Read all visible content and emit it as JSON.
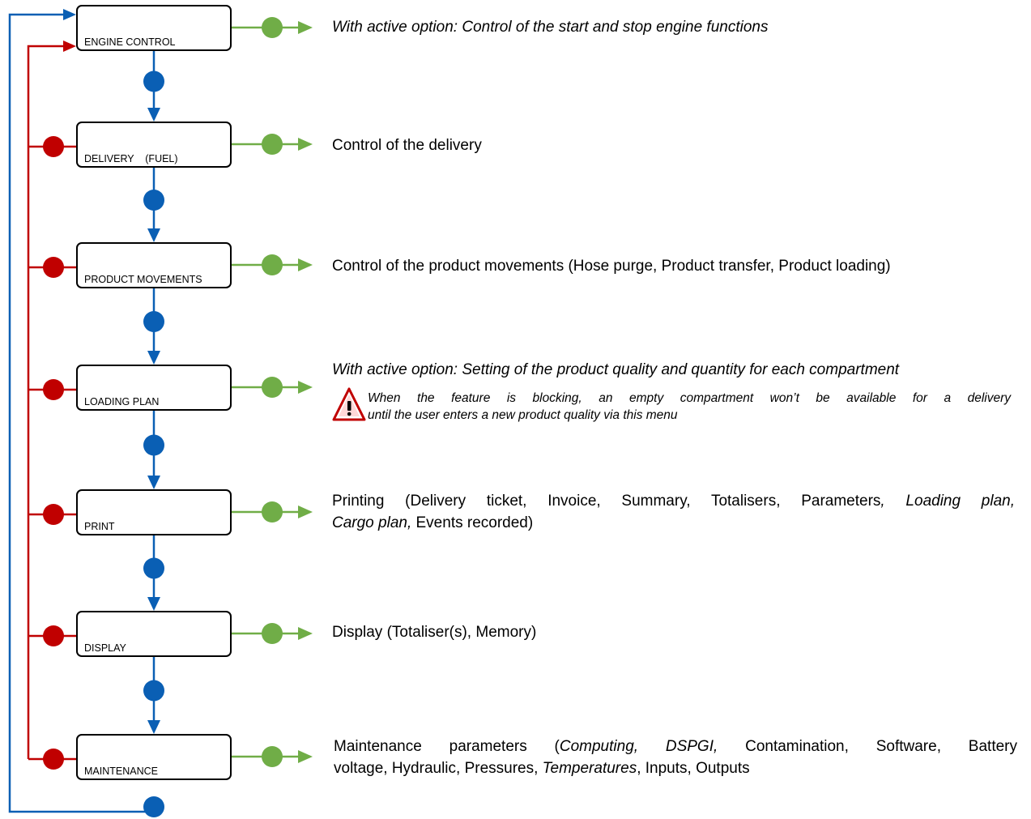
{
  "colors": {
    "blue": "#0a5fb4",
    "red": "#c00000",
    "green": "#70ad47"
  },
  "menu": [
    {
      "label": "ENGINE CONTROL"
    },
    {
      "label": "DELIVERY    (FUEL)"
    },
    {
      "label": "PRODUCT MOVEMENTS"
    },
    {
      "label": "LOADING PLAN"
    },
    {
      "label": "PRINT"
    },
    {
      "label": "DISPLAY"
    },
    {
      "label": "MAINTENANCE"
    }
  ],
  "descriptions": {
    "engine": "With active option: Control of the start and stop engine functions",
    "delivery": "Control of the delivery",
    "product": "Control of the product movements (Hose purge, Product transfer, Product loading)",
    "loading": "With active option: Setting of the product quality and quantity for each compartment",
    "loading_warning_line1": "When the feature is blocking, an empty compartment won’t be available for a delivery",
    "loading_warning_line2": "until the user enters a new product quality via this menu",
    "print": {
      "part1": "Printing (Delivery ticket, Invoice, Summary, Totalisers, Parameters",
      "part2": ", Loading plan,",
      "part3": "Cargo plan,",
      "part4": " Events recorded)"
    },
    "display": "Display (Totaliser(s), Memory)",
    "maintenance": {
      "p1": "Maintenance parameters (",
      "p2": "Computing, DSPGI,",
      "p3": " Contamination, Software, Battery",
      "p4": "voltage, Hydraulic, Pressures, ",
      "p5": "Temperatures",
      "p6": ", Inputs, Outputs"
    },
    "icon_warning": "warning-triangle-icon"
  }
}
